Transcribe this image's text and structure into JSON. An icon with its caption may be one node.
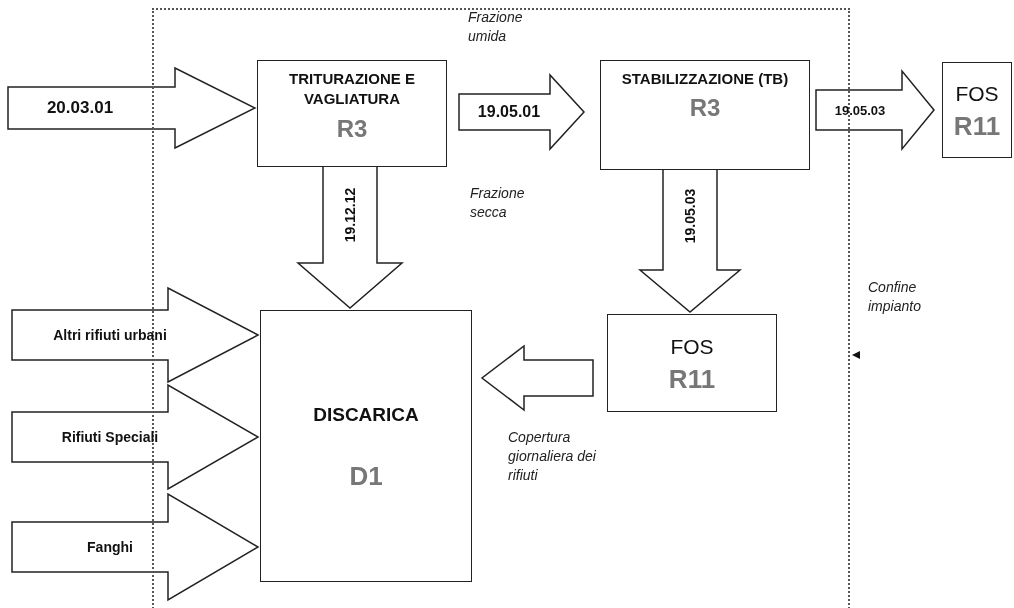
{
  "diagram": {
    "nodes": [
      {
        "text": [
          "Confine impianto"
        ]
      },
      {
        "text": [
          "TRITURAZIONE E VAGLIATURA",
          "R3"
        ],
        "in": 0
      },
      {
        "text": [
          "STABILIZZAZIONE (TB)",
          "R3"
        ],
        "in": 0
      },
      {
        "text": [
          "DISCARICA",
          "D1"
        ],
        "in": 0
      },
      {
        "text": [
          "FOS",
          "R11"
        ],
        "in": 0
      },
      {
        "text": [
          "FOS",
          "R11"
        ]
      }
    ],
    "edges": [
      {
        "from": null,
        "to": 1,
        "arrow": "to",
        "label": "20.03.01"
      },
      {
        "from": 1,
        "to": 2,
        "arrow": "to",
        "label": "19.05.01"
      },
      {
        "from": 2,
        "to": 5,
        "arrow": "to",
        "label": "19.05.03"
      },
      {
        "from": 1,
        "to": 3,
        "arrow": "to",
        "label": "19.12.12"
      },
      {
        "from": 2,
        "to": 4,
        "arrow": "to",
        "label": "19.05.03"
      },
      {
        "from": 4,
        "to": 3,
        "arrow": "to"
      },
      {
        "from": null,
        "to": 3,
        "arrow": "to",
        "label": "Altri rifiuti urbani"
      },
      {
        "from": null,
        "to": 3,
        "arrow": "to",
        "label": "Rifiuti Speciali"
      },
      {
        "from": null,
        "to": 3,
        "arrow": "to",
        "label": "Fanghi"
      }
    ],
    "labels": [
      "Frazione umida",
      "Frazione secca",
      "Copertura giornaliera dei rifiuti"
    ]
  }
}
